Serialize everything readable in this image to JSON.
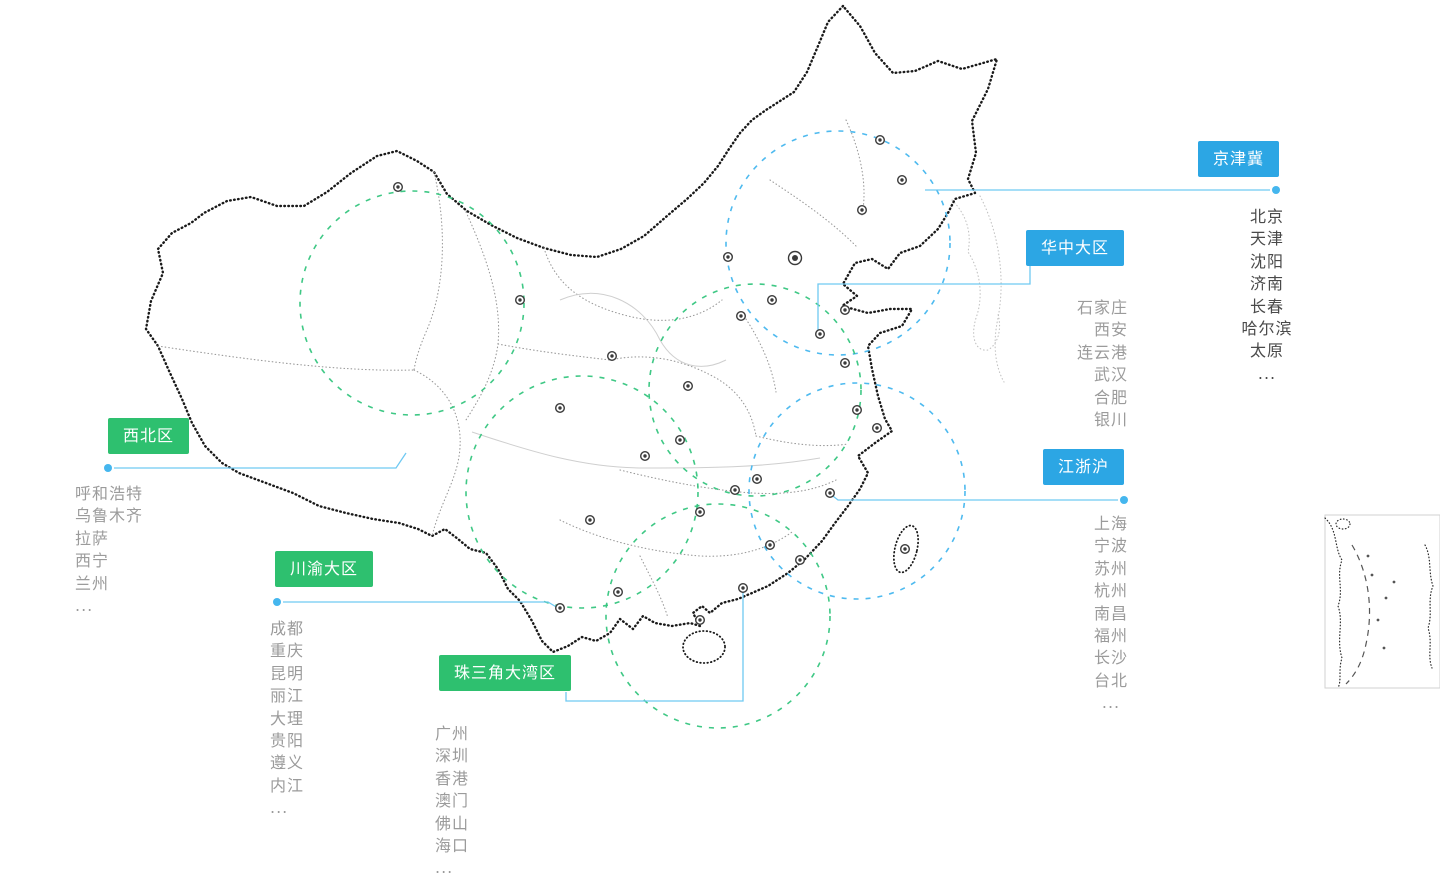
{
  "colors": {
    "label_blue": "#2ca6e4",
    "label_green": "#2ec06f",
    "circle_blue": "#45b6ee",
    "circle_green": "#35c57e",
    "leader_line": "#6fc9f2",
    "leader_dot": "#45b6ee",
    "city_text_dark": "#4a4a4a",
    "city_text_gray": "#9b9b9b",
    "map_outline": "#1a1a1a",
    "province_line": "#9a9a9a"
  },
  "regions": [
    {
      "id": "jingjinji",
      "label": "京津冀",
      "color": "blue",
      "cities": [
        "北京",
        "天津",
        "沈阳",
        "济南",
        "长春",
        "哈尔滨",
        "太原",
        "..."
      ]
    },
    {
      "id": "huazhong",
      "label": "华中大区",
      "color": "blue",
      "cities": [
        "石家庄",
        "西安",
        "连云港",
        "武汉",
        "合肥",
        "银川"
      ]
    },
    {
      "id": "jiangzhehu",
      "label": "江浙沪",
      "color": "blue",
      "cities": [
        "上海",
        "宁波",
        "苏州",
        "杭州",
        "南昌",
        "福州",
        "长沙",
        "台北",
        "..."
      ]
    },
    {
      "id": "xibei",
      "label": "西北区",
      "color": "green",
      "cities": [
        "呼和浩特",
        "乌鲁木齐",
        "拉萨",
        "西宁",
        "兰州",
        "..."
      ]
    },
    {
      "id": "chuanyu",
      "label": "川渝大区",
      "color": "green",
      "cities": [
        "成都",
        "重庆",
        "昆明",
        "丽江",
        "大理",
        "贵阳",
        "遵义",
        "内江",
        "..."
      ]
    },
    {
      "id": "zhusanjiao",
      "label": "珠三角大湾区",
      "color": "green",
      "cities": [
        "广州",
        "深圳",
        "香港",
        "澳门",
        "佛山",
        "海口",
        "..."
      ]
    }
  ]
}
